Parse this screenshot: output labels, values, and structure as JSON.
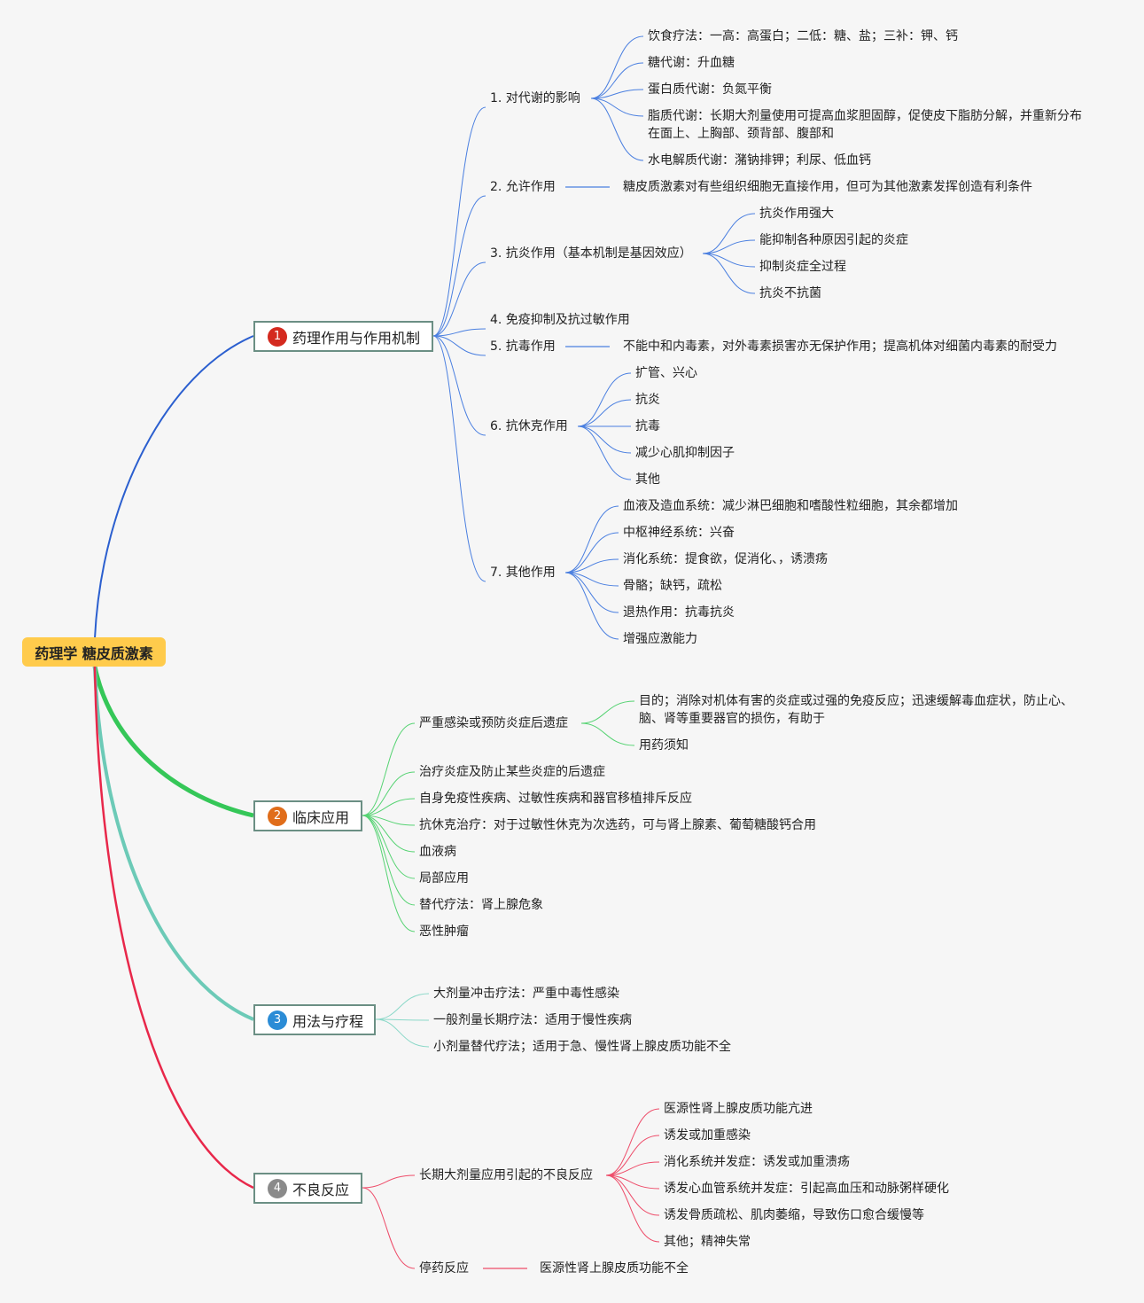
{
  "root": "药理学 糖皮质激素",
  "colors": {
    "branch1": "#2b5fcf",
    "branch1_light": "#4a7fe0",
    "branch2": "#35c758",
    "branch2_light": "#56d373",
    "branch3": "#6ccab7",
    "branch3_light": "#8ad8c8",
    "branch4": "#e8274a",
    "branch4_light": "#ee4d6a",
    "badge1": "#d42a1f",
    "badge2": "#e06d1a",
    "badge3": "#2b8cd6",
    "badge4": "#8a8a8a"
  },
  "branches": {
    "b1": {
      "badge": "1",
      "label": "药理作用与作用机制",
      "icon": "number-1-badge-icon"
    },
    "b2": {
      "badge": "2",
      "label": "临床应用",
      "icon": "number-2-badge-icon"
    },
    "b3": {
      "badge": "3",
      "label": "用法与疗程",
      "icon": "number-3-badge-icon"
    },
    "b4": {
      "badge": "4",
      "label": "不良反应",
      "icon": "number-4-badge-icon"
    }
  },
  "b1": {
    "metabolism": {
      "label": "1. 对代谢的影响",
      "items": [
        "饮食疗法：一高：高蛋白；二低：糖、盐；三补：钾、钙",
        "糖代谢：升血糖",
        "蛋白质代谢：负氮平衡",
        "脂质代谢：长期大剂量使用可提高血浆胆固醇，促使皮下脂肪分解，并重新分布在面上、上胸部、颈背部、腹部和",
        "水电解质代谢：潴钠排钾；利尿、低血钙"
      ]
    },
    "permissive": {
      "label": "2. 允许作用",
      "detail": "糖皮质激素对有些组织细胞无直接作用，但可为其他激素发挥创造有利条件"
    },
    "antiinflam": {
      "label": "3. 抗炎作用（基本机制是基因效应）",
      "items": [
        "抗炎作用强大",
        "能抑制各种原因引起的炎症",
        "抑制炎症全过程",
        "抗炎不抗菌"
      ]
    },
    "immune": {
      "label": "4. 免疫抑制及抗过敏作用"
    },
    "antitoxin": {
      "label": "5. 抗毒作用",
      "detail": "不能中和内毒素，对外毒素损害亦无保护作用；提高机体对细菌内毒素的耐受力"
    },
    "antishock": {
      "label": "6. 抗休克作用",
      "items": [
        "扩管、兴心",
        "抗炎",
        "抗毒",
        "减少心肌抑制因子",
        "其他"
      ]
    },
    "other": {
      "label": "7. 其他作用",
      "items": [
        "血液及造血系统：减少淋巴细胞和嗜酸性粒细胞，其余都增加",
        "中枢神经系统：兴奋",
        "消化系统：提食欲，促消化、，诱溃疡",
        "骨骼；缺钙，疏松",
        "退热作用：抗毒抗炎",
        "增强应激能力"
      ]
    }
  },
  "b2": {
    "severe": {
      "label": "严重感染或预防炎症后遗症",
      "items": [
        "目的；消除对机体有害的炎症或过强的免疫反应；迅速缓解毒血症状，防止心、脑、肾等重要器官的损伤，有助于",
        "用药须知"
      ]
    },
    "items": [
      "治疗炎症及防止某些炎症的后遗症",
      "自身免疫性疾病、过敏性疾病和器官移植排斥反应",
      "抗休克治疗：对于过敏性休克为次选药，可与肾上腺素、葡萄糖酸钙合用",
      "血液病",
      "局部应用",
      "替代疗法：肾上腺危象",
      "恶性肿瘤"
    ]
  },
  "b3": {
    "items": [
      "大剂量冲击疗法：严重中毒性感染",
      "一般剂量长期疗法：适用于慢性疾病",
      "小剂量替代疗法；适用于急、慢性肾上腺皮质功能不全"
    ]
  },
  "b4": {
    "longterm": {
      "label": "长期大剂量应用引起的不良反应",
      "items": [
        "医源性肾上腺皮质功能亢进",
        "诱发或加重感染",
        "消化系统并发症：诱发或加重溃疡",
        "诱发心血管系统并发症：引起高血压和动脉粥样硬化",
        "诱发骨质疏松、肌肉萎缩，导致伤口愈合缓慢等",
        "其他；精神失常"
      ]
    },
    "withdrawal": {
      "label": "停药反应",
      "detail": "医源性肾上腺皮质功能不全"
    }
  }
}
